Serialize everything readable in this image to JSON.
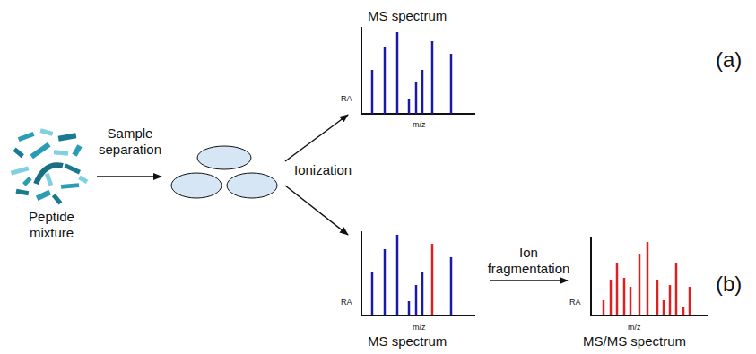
{
  "diagram": {
    "nodes": [
      {
        "text": [
          "Peptide mixture"
        ]
      },
      {
        "text": [
          "MS spectrum",
          "RA",
          "m/z"
        ]
      },
      {
        "text": [
          "RA",
          "m/z",
          "MS spectrum"
        ]
      },
      {
        "text": [
          "RA",
          "m/z",
          "MS/MS spectrum"
        ]
      }
    ],
    "edges": [
      {
        "from": 2,
        "to": 3,
        "arrow": "to",
        "label": "Ion fragmentation"
      }
    ],
    "labels": [
      "Sample separation",
      "Ionization",
      "(a)",
      "(b)"
    ]
  }
}
